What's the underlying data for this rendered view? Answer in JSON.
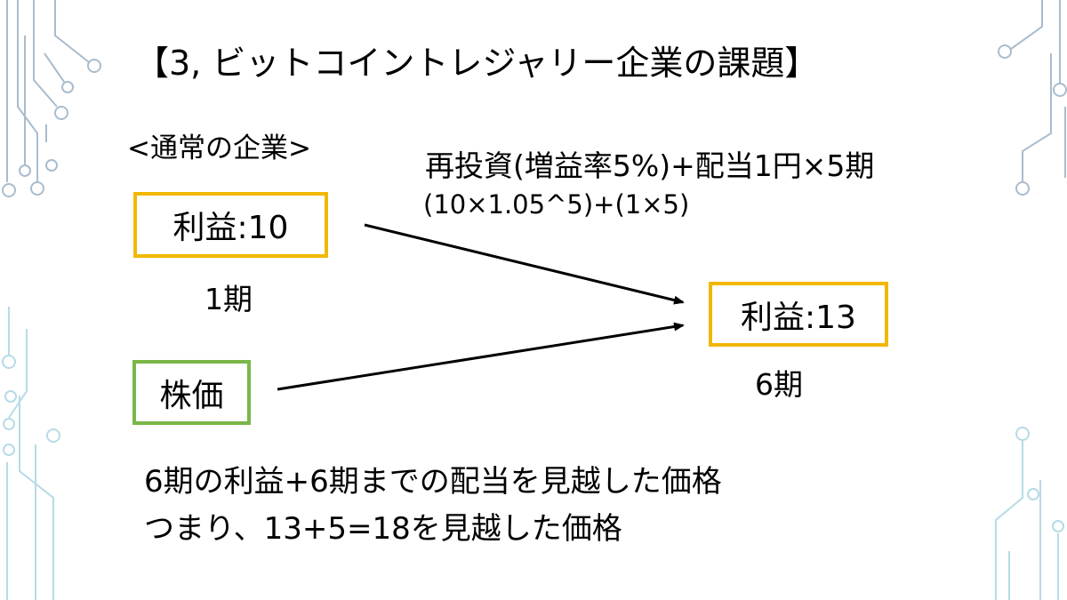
{
  "title": "【3, ビットコイントレジャリー企業の課題】",
  "subhead": "<通常の企業>",
  "formula": {
    "line1": "再投資(増益率5%)+配当1円×5期",
    "line2": "(10×1.05^5)+(1×5)"
  },
  "nodes": {
    "profit_start": "利益:10",
    "period_start": "1期",
    "profit_end": "利益:13",
    "period_end": "6期",
    "stock_price": "株価"
  },
  "conclusion": {
    "line1": "6期の利益+6期までの配当を見越した価格",
    "line2": "つまり、13+5=18を見越した価格"
  },
  "colors": {
    "profit_border": "#f2b705",
    "stock_border": "#7ab648",
    "circuit_decoration": "#9fb3c8"
  }
}
